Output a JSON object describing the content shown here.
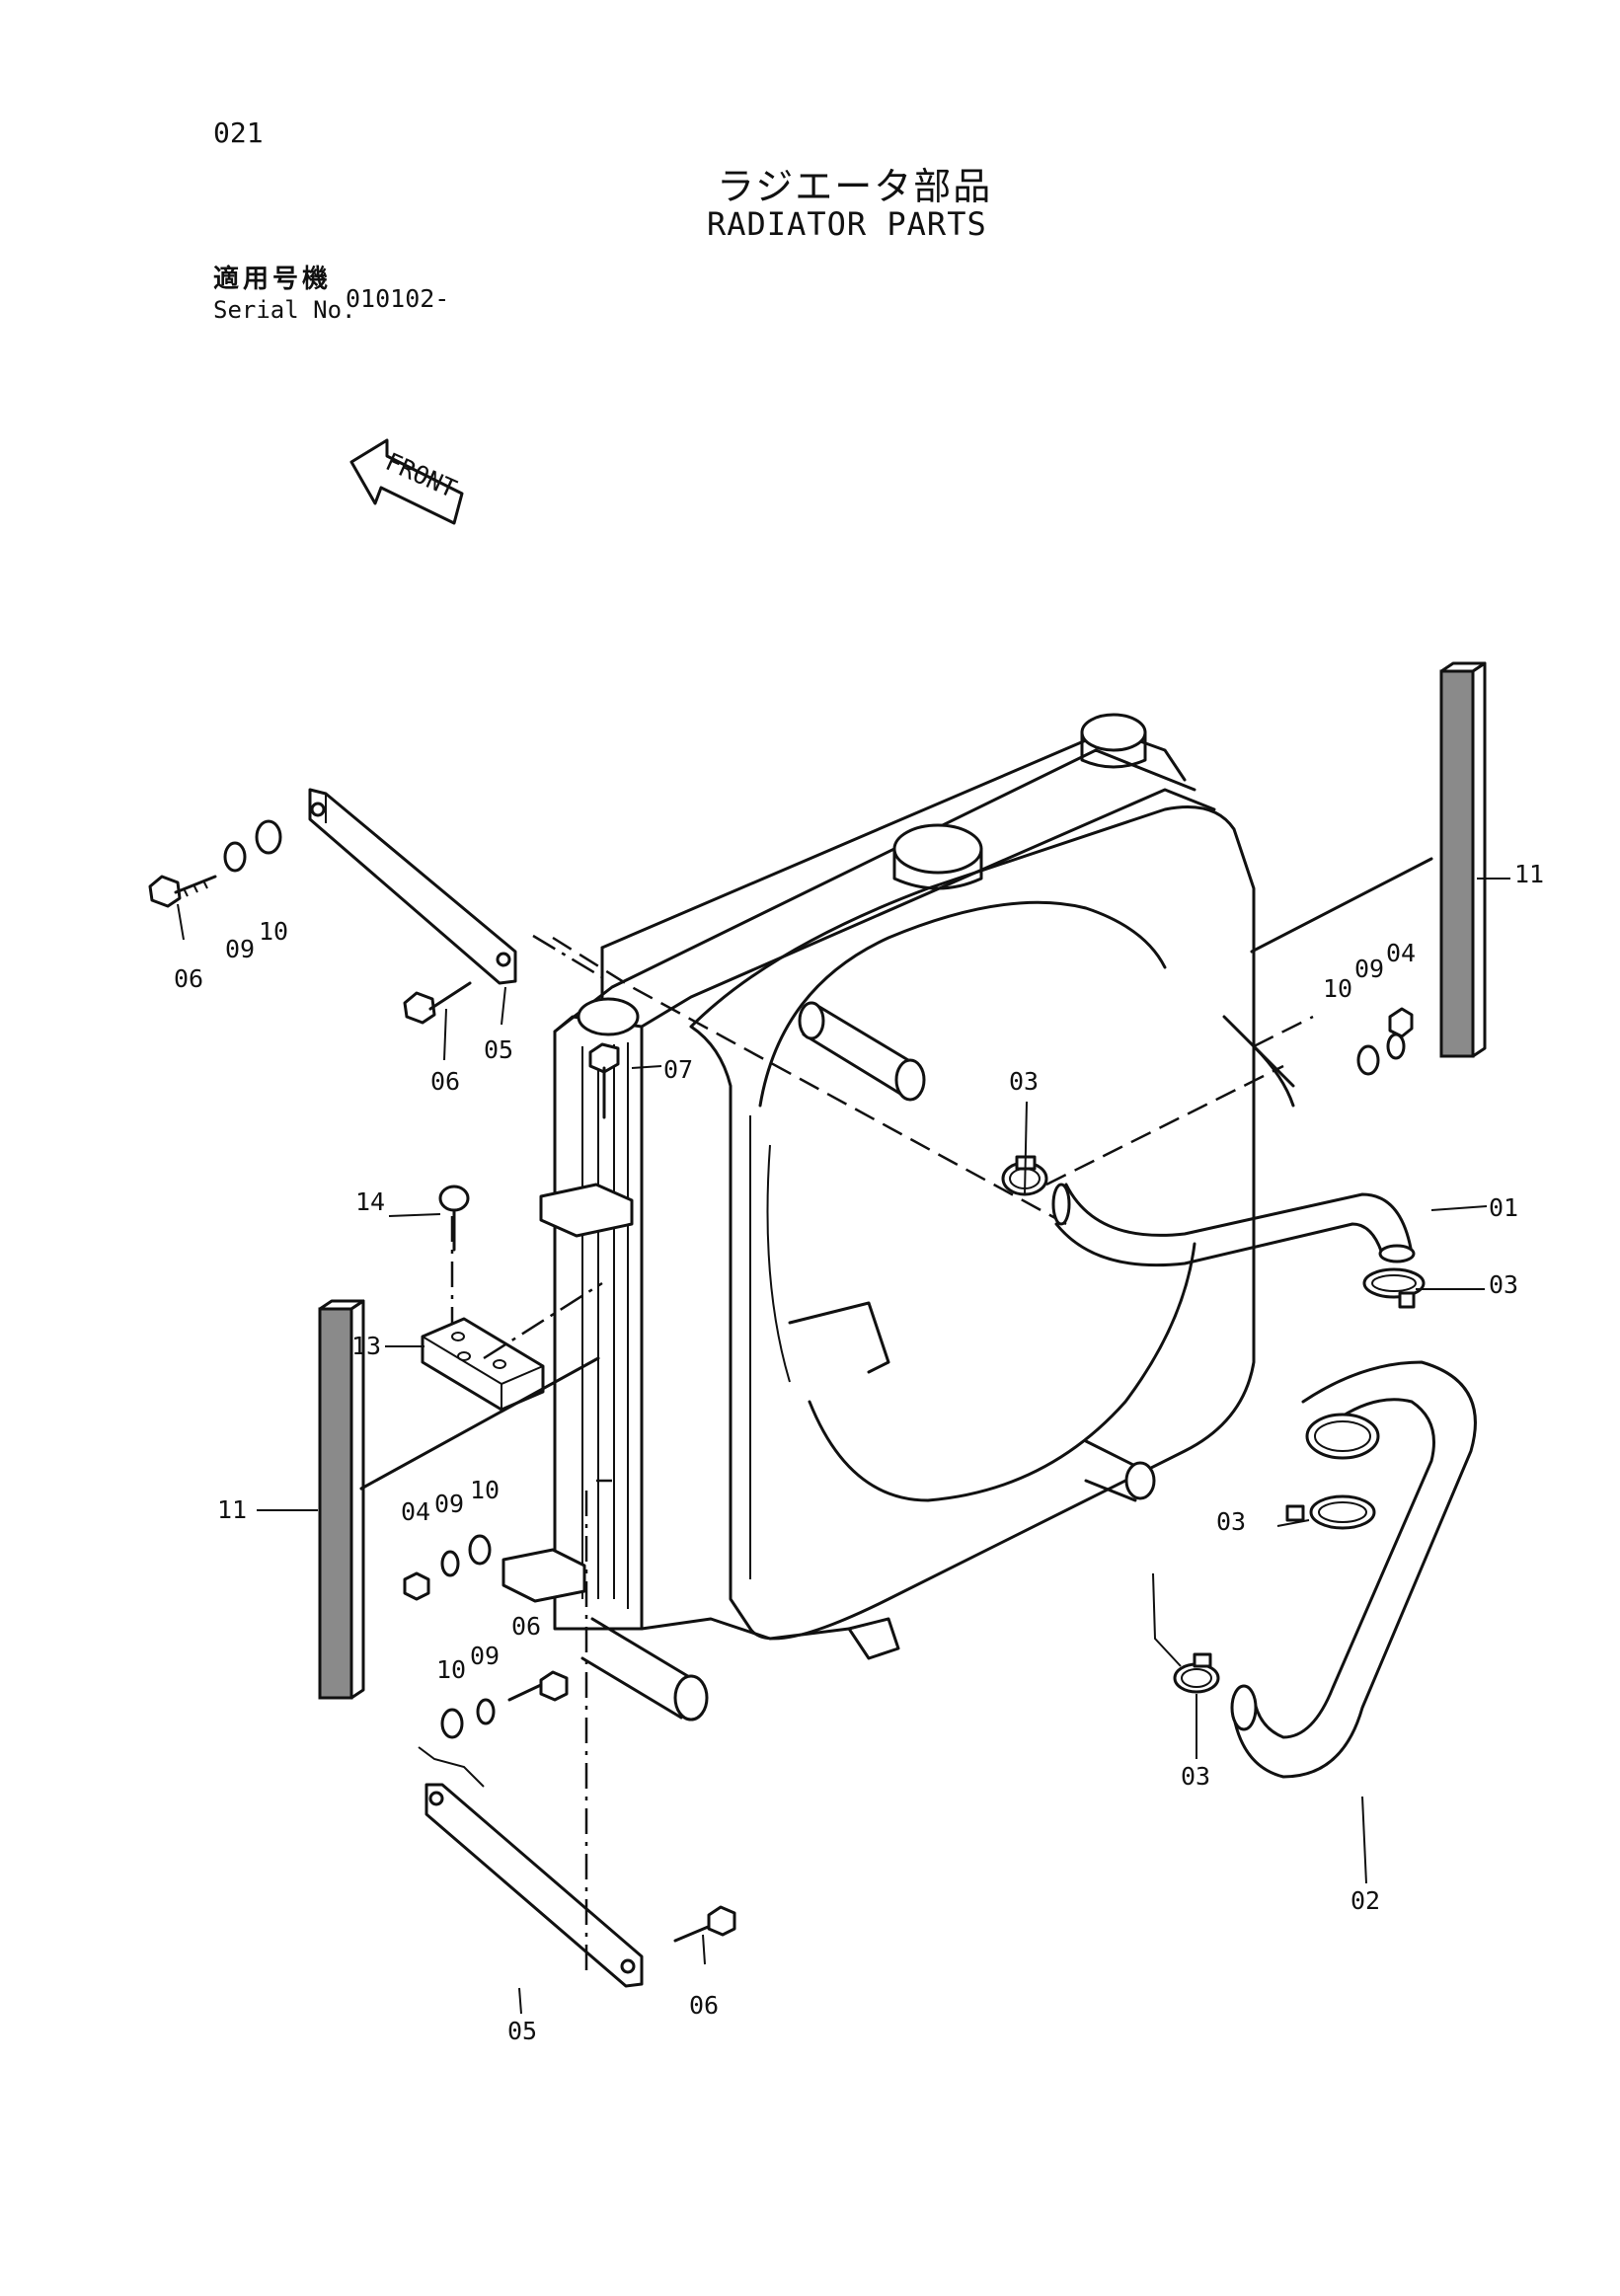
{
  "header": {
    "page_number": "021",
    "title_jp": "ラジエータ部品",
    "title_en": "RADIATOR PARTS",
    "serial_label_jp": "適用号機",
    "serial_label_en": "Serial No.",
    "serial_value": "010102-"
  },
  "diagram": {
    "front_arrow_label": "FRONT",
    "callouts": [
      {
        "id": "01",
        "label": "01",
        "part": "upper hose"
      },
      {
        "id": "02",
        "label": "02",
        "part": "lower hose"
      },
      {
        "id": "03a",
        "label": "03",
        "part": "hose clamp (upper, inner)"
      },
      {
        "id": "03b",
        "label": "03",
        "part": "hose clamp (upper, outer)"
      },
      {
        "id": "03c",
        "label": "03",
        "part": "hose clamp (lower, outer)"
      },
      {
        "id": "03d",
        "label": "03",
        "part": "hose clamp (lower, inner)"
      },
      {
        "id": "04a",
        "label": "04",
        "part": "nut (right)"
      },
      {
        "id": "04b",
        "label": "04",
        "part": "nut (left)"
      },
      {
        "id": "05a",
        "label": "05",
        "part": "stay (upper)"
      },
      {
        "id": "05b",
        "label": "05",
        "part": "stay (lower)"
      },
      {
        "id": "06a",
        "label": "06",
        "part": "bolt (upper left)"
      },
      {
        "id": "06b",
        "label": "06",
        "part": "bolt (upper stay)"
      },
      {
        "id": "06c",
        "label": "06",
        "part": "bolt (lower left)"
      },
      {
        "id": "06d",
        "label": "06",
        "part": "bolt (lower stay)"
      },
      {
        "id": "07",
        "label": "07",
        "part": "bolt"
      },
      {
        "id": "09a",
        "label": "09",
        "part": "spring washer (upper left)"
      },
      {
        "id": "09b",
        "label": "09",
        "part": "spring washer (right)"
      },
      {
        "id": "09c",
        "label": "09",
        "part": "spring washer (left)"
      },
      {
        "id": "09d",
        "label": "09",
        "part": "spring washer (lower)"
      },
      {
        "id": "10a",
        "label": "10",
        "part": "washer (upper left)"
      },
      {
        "id": "10b",
        "label": "10",
        "part": "washer (right)"
      },
      {
        "id": "10c",
        "label": "10",
        "part": "washer (left)"
      },
      {
        "id": "10d",
        "label": "10",
        "part": "washer (lower)"
      },
      {
        "id": "11a",
        "label": "11",
        "part": "seal strip (right)"
      },
      {
        "id": "11b",
        "label": "11",
        "part": "seal strip (left)"
      },
      {
        "id": "13",
        "label": "13",
        "part": "plate"
      },
      {
        "id": "14",
        "label": "14",
        "part": "socket bolt"
      }
    ]
  }
}
